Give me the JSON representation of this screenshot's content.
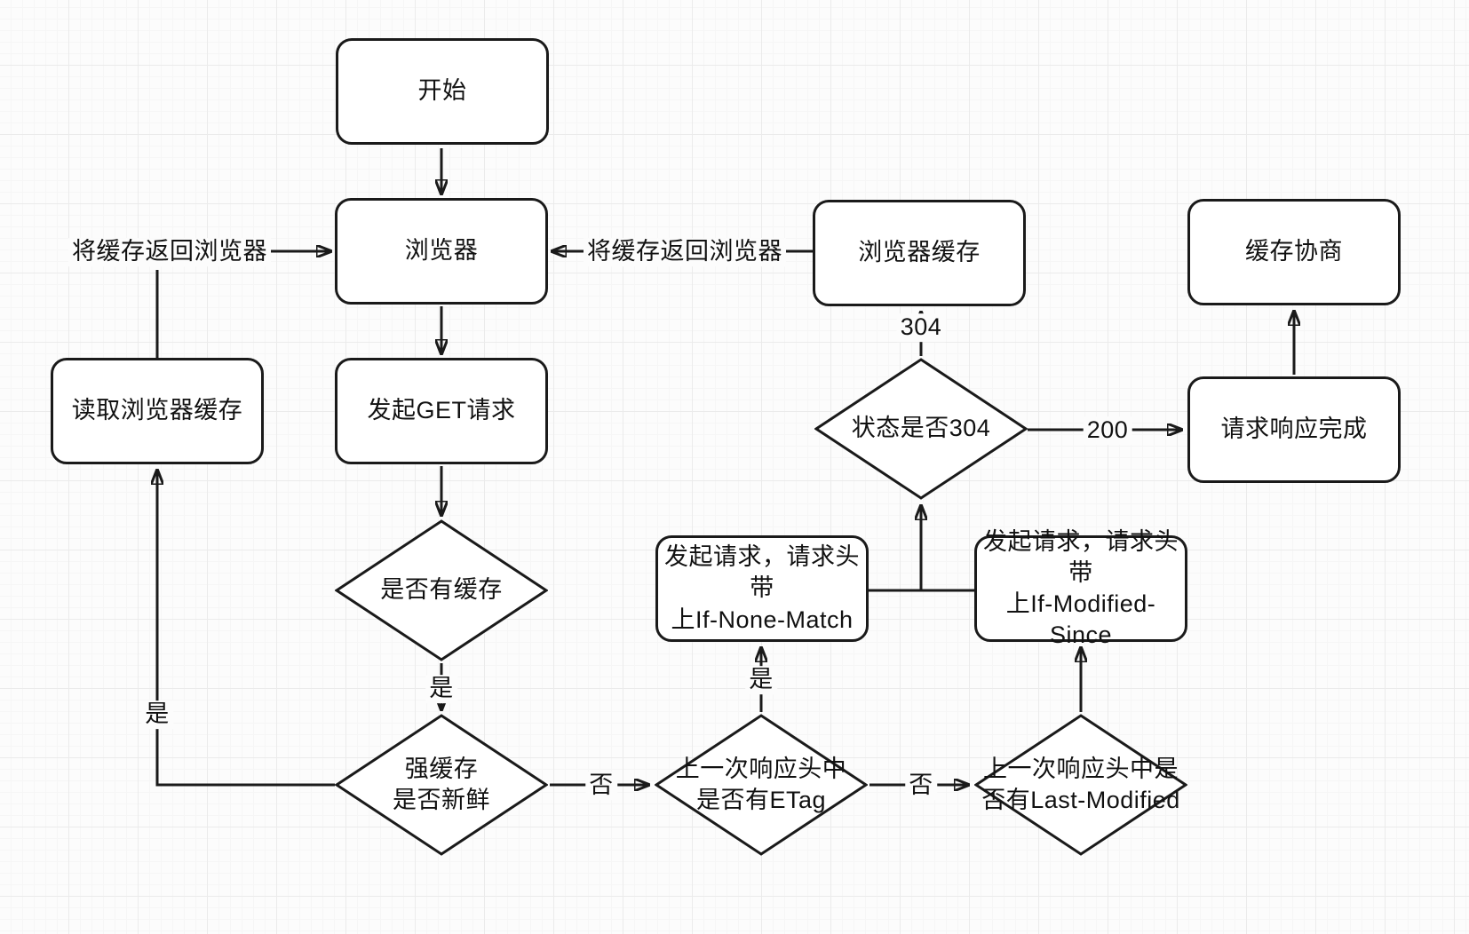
{
  "canvas": {
    "background": "#fcfcfc",
    "grid_major_color": "#ebebeb",
    "grid_minor_color": "#f6f6f6",
    "stroke_color": "#1a1a1a"
  },
  "nodes": {
    "start": {
      "label": "开始",
      "shape": "rounded-rect"
    },
    "browser": {
      "label": "浏览器",
      "shape": "rounded-rect"
    },
    "get_request": {
      "label": "发起GET请求",
      "shape": "rounded-rect"
    },
    "read_cache": {
      "label": "读取浏览器缓存",
      "shape": "rounded-rect"
    },
    "browser_cache": {
      "label": "浏览器缓存",
      "shape": "rounded-rect"
    },
    "cache_negotiation": {
      "label": "缓存协商",
      "shape": "rounded-rect"
    },
    "response_done": {
      "label": "请求响应完成",
      "shape": "rounded-rect"
    },
    "req_if_none_match": {
      "label": "发起请求，请求头带\n上If-None-Match",
      "shape": "rounded-rect"
    },
    "req_if_modified_since": {
      "label": "发起请求，请求头带\n上If-Modified-Since",
      "shape": "rounded-rect"
    },
    "has_cache": {
      "label": "是否有缓存",
      "shape": "diamond"
    },
    "strong_cache_fresh": {
      "label": "强缓存\n是否新鲜",
      "shape": "diamond"
    },
    "status_304": {
      "label": "状态是否304",
      "shape": "diamond"
    },
    "has_etag": {
      "label": "上一次响应头中\n是否有ETag",
      "shape": "diamond"
    },
    "has_last_modified": {
      "label": "上一次响应头中是\n否有Last-Modified",
      "shape": "diamond"
    }
  },
  "edge_labels": {
    "return_cache_left": "将缓存返回浏览器",
    "return_cache_right": "将缓存返回浏览器",
    "yes_left": "是",
    "yes_mid": "是",
    "yes_etag": "是",
    "no_etag": "否",
    "no_last_modified": "否",
    "code_304": "304",
    "code_200": "200"
  }
}
